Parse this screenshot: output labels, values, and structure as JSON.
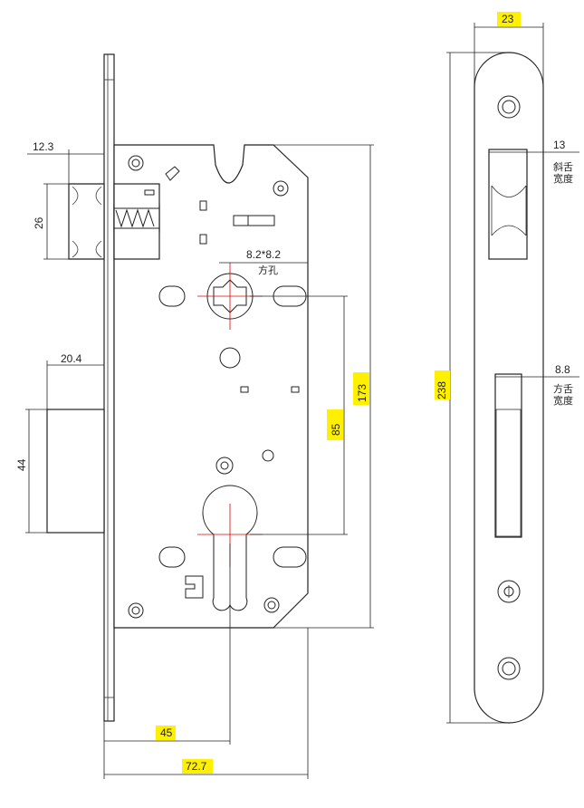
{
  "dimensions": {
    "d_12_3": "12.3",
    "d_26": "26",
    "d_20_4": "20.4",
    "d_44": "44",
    "d_8282": "8.2*8.2",
    "d_85": "85",
    "d_173": "173",
    "d_45": "45",
    "d_72_7": "72.7",
    "d_23": "23",
    "d_238": "238",
    "d_13": "13",
    "d_8_8": "8.8"
  },
  "labels": {
    "square_hole": "方孔",
    "latch_width_1": "斜舌",
    "latch_width_2": "宽度",
    "bolt_width_1": "方舌",
    "bolt_width_2": "宽度"
  },
  "highlight_color": "#fff000"
}
